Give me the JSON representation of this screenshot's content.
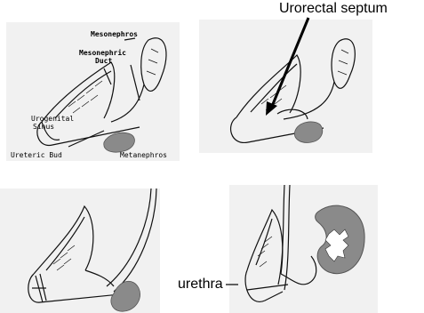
{
  "panels": [
    {
      "name": "stage-1",
      "labels": {
        "mesonephros": "Mesonephros",
        "mesonephric_duct_line1": "Mesonephric",
        "mesonephric_duct_line2": "Duct",
        "urogenital_sinus_line1": "Urogenital",
        "urogenital_sinus_line2": "Sinus",
        "ureteric_bud": "Ureteric Bud",
        "metanephros": "Metanephros"
      }
    },
    {
      "name": "stage-2",
      "labels": {
        "urorectal_septum": "Urorectal septum"
      }
    },
    {
      "name": "stage-3",
      "labels": {}
    },
    {
      "name": "stage-4",
      "labels": {
        "urethra": "urethra"
      }
    }
  ],
  "colors": {
    "panel_bg": "#f1f1f1",
    "kidney_fill": "#8a8a8a",
    "ink": "#111111"
  }
}
